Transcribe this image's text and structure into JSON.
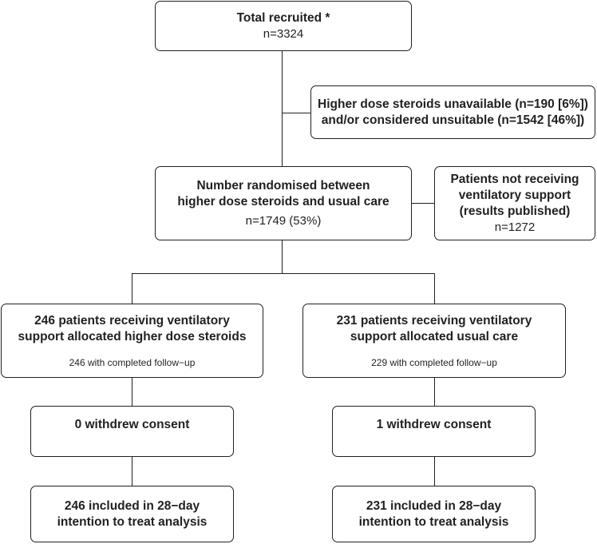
{
  "total": {
    "title": "Total recruited *",
    "count": "n=3324"
  },
  "excluded": {
    "line1": "Higher dose steroids unavailable (n=190 [6%])",
    "line2": "and/or considered unsuitable (n=1542 [46%])"
  },
  "randomised": {
    "line1": "Number randomised between",
    "line2": "higher dose steroids and usual care",
    "count": "n=1749 (53%)"
  },
  "no_vent": {
    "line1": "Patients not receiving",
    "line2": "ventilatory support",
    "line3": "(results published)",
    "count": "n=1272"
  },
  "arm_left": {
    "line1": "246 patients receiving ventilatory",
    "line2": "support allocated higher dose steroids",
    "followup": "246 with completed follow−up",
    "withdrew": "0 withdrew consent",
    "analysis_line1": "246 included in 28−day",
    "analysis_line2": "intention to treat analysis"
  },
  "arm_right": {
    "line1": "231 patients receiving ventilatory",
    "line2": "support allocated usual care",
    "followup": "229 with completed follow−up",
    "withdrew": "1 withdrew consent",
    "analysis_line1": "231 included in 28−day",
    "analysis_line2": "intention to treat analysis"
  }
}
